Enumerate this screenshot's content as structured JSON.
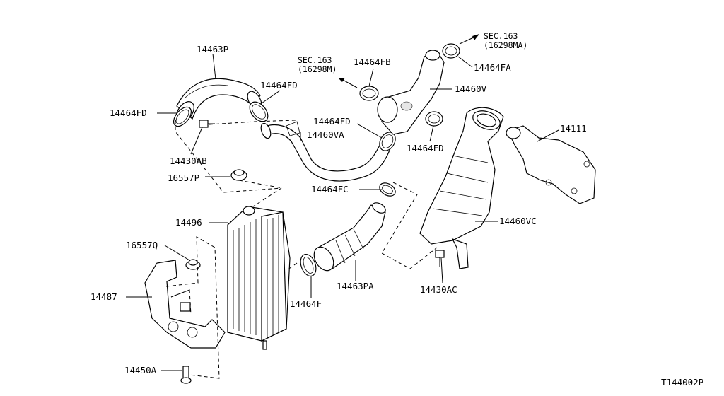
{
  "diagram_id": "T144002P",
  "sec_refs": [
    {
      "sec": "SEC.163",
      "code": "(16298MA)"
    },
    {
      "sec": "SEC.163",
      "code": "(16298M)"
    }
  ],
  "labels": {
    "p14463P": "14463P",
    "p14464FD_a": "14464FD",
    "p14464FD_b": "14464FD",
    "p14464FD_c": "14464FD",
    "p14464FD_d": "14464FD",
    "p14430AB": "14430AB",
    "p16557P": "16557P",
    "p14460VA": "14460VA",
    "p14464FB": "14464FB",
    "p14464FA": "14464FA",
    "p14460V": "14460V",
    "p14111": "14111",
    "p14464FC": "14464FC",
    "p14496": "14496",
    "p16557Q": "16557Q",
    "p14487": "14487",
    "p14463PA": "14463PA",
    "p14464F": "14464F",
    "p14460VC": "14460VC",
    "p14430AC": "14430AC",
    "p14450A": "14450A"
  }
}
